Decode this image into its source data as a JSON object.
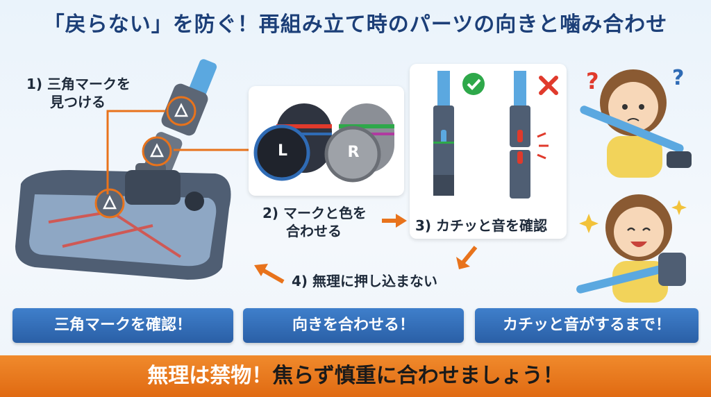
{
  "title": "「戻らない」を防ぐ！再組み立て時のパーツの向きと噛み合わせ",
  "steps": {
    "step1_line1": "1) 三角マークを",
    "step1_line2": "見つける",
    "step2_line1": "2) マークと色を",
    "step2_line2": "合わせる",
    "step3": "3) カチッと音を確認",
    "step4": "4) 無理に押し込まない"
  },
  "connectors": {
    "left_letter": "L",
    "right_letter": "R"
  },
  "buttons": {
    "b1": "三角マークを確認！",
    "b2": "向きを合わせる！",
    "b3": "カチッと音がするまで！"
  },
  "banner": {
    "part1": "無理は禁物！",
    "part2": "焦らず慎重に合わせましょう！"
  },
  "colors": {
    "accent_orange": "#e8731c",
    "title_blue": "#1c3f78",
    "button_blue": "#2f6bb5",
    "ok_green": "#2ea84a",
    "ng_red": "#e03a2c"
  }
}
